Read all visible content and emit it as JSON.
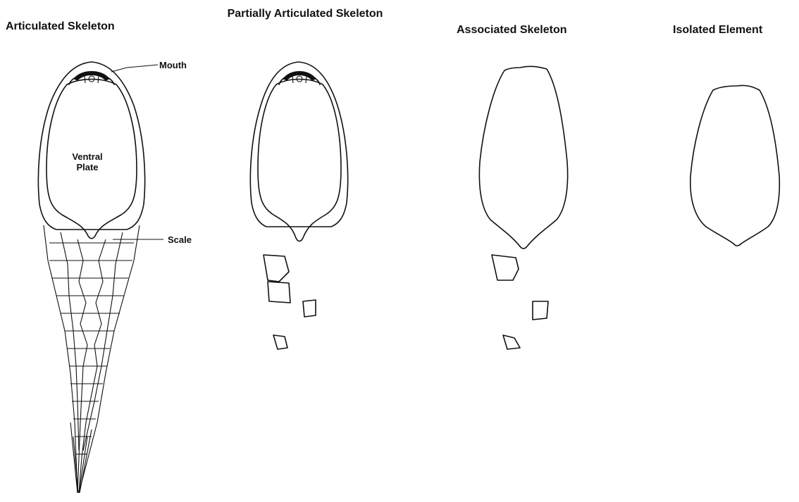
{
  "titles": {
    "articulated": "Articulated Skeleton",
    "partial": "Partially Articulated Skeleton",
    "associated": "Associated Skeleton",
    "isolated": "Isolated Element"
  },
  "labels": {
    "mouth": "Mouth",
    "ventral_plate": "Ventral Plate",
    "scale": "Scale"
  }
}
